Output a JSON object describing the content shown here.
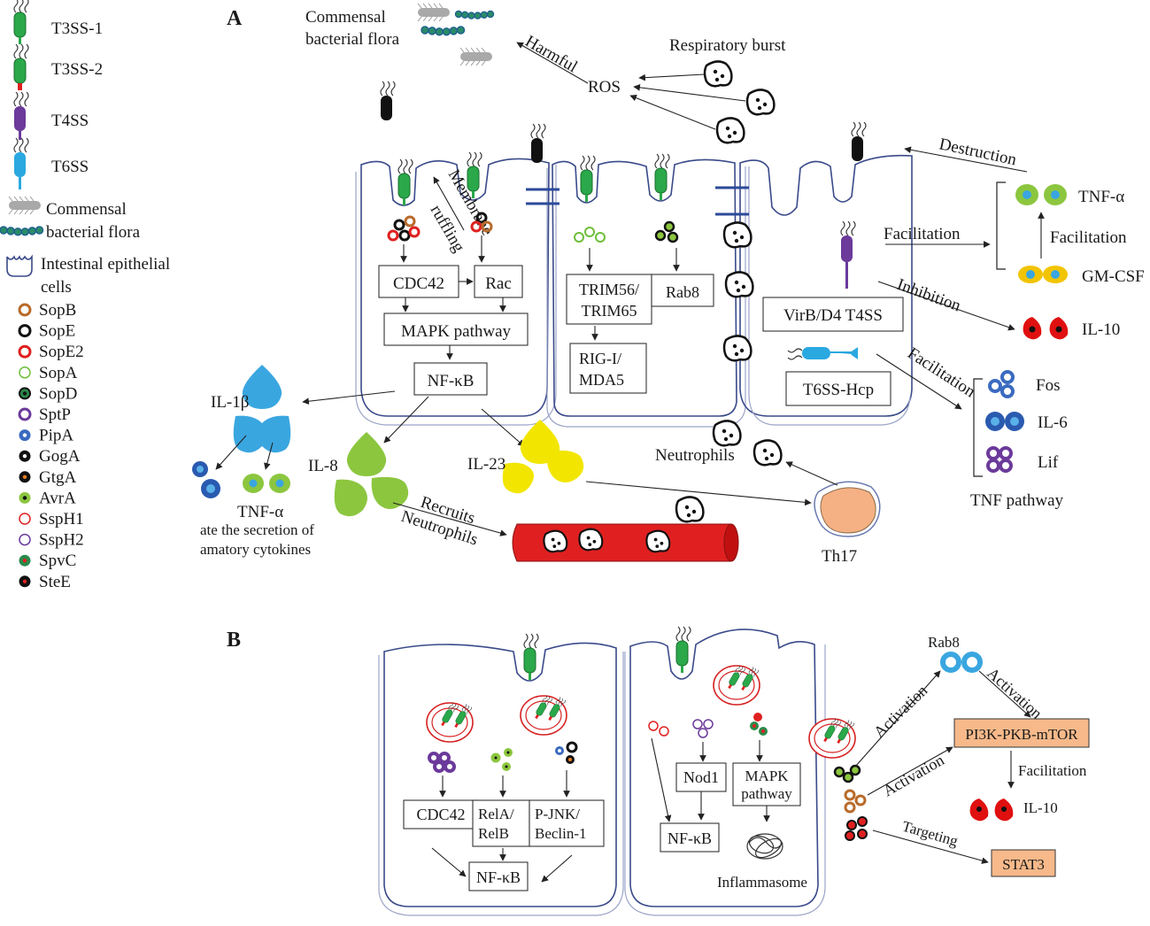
{
  "panels": {
    "a": "A",
    "b": "B"
  },
  "legend": {
    "secretion_systems": [
      "T3SS-1",
      "T3SS-2",
      "T4SS",
      "T6SS"
    ],
    "commensal": "Commensal",
    "bacterial_flora": "bacterial flora",
    "iec_line1": "Intestinal epithelial",
    "iec_line2": "cells",
    "effectors": [
      "SopB",
      "SopE",
      "SopE2",
      "SopA",
      "SopD",
      "SptP",
      "PipA",
      "GogA",
      "GtgA",
      "AvrA",
      "SspH1",
      "SspH2",
      "SpvC",
      "SteE"
    ]
  },
  "panel_a": {
    "commensal_1": "Commensal",
    "commensal_2": "bacterial flora",
    "respiratory_burst": "Respiratory burst",
    "ros": "ROS",
    "harmful": "Harmful",
    "membrane": "Membrane",
    "ruffling": "ruffling",
    "cdc42": "CDC42",
    "rac": "Rac",
    "mapk": "MAPK pathway",
    "nfkb": "NF-κB",
    "trim_1": "TRIM56/",
    "trim_2": "TRIM65",
    "rab8": "Rab8",
    "rig_1": "RIG-I/",
    "rig_2": "MDA5",
    "virb": "VirB/D4 T4SS",
    "t6ss_hcp": "T6SS-Hcp",
    "destruction": "Destruction",
    "facilitation": "Facilitation",
    "inhibition": "Inhibition",
    "tnfa": "TNF-α",
    "gmcsf": "GM-CSF",
    "il10": "IL-10",
    "fos": "Fos",
    "il6": "IL-6",
    "lif": "Lif",
    "tnf_pathway": "TNF pathway",
    "il1b": "IL-1β",
    "il8": "IL-8",
    "il23": "IL-23",
    "tnfa_small": "TNF-α",
    "secretion_1": "ate the secretion of",
    "secretion_2": "amatory  cytokines",
    "recruits": "Recruits",
    "neutrophils_arrow": "Neutrophils",
    "neutrophils": "Neutrophils",
    "th17": "Th17"
  },
  "panel_b": {
    "cdc42": "CDC42",
    "rela_1": "RelA/",
    "rela_2": "RelB",
    "pjnk_1": "P-JNK/",
    "pjnk_2": "Beclin-1",
    "nfkb_left": "NF-κB",
    "nod1": "Nod1",
    "mapk_1": "MAPK",
    "mapk_2": "pathway",
    "nfkb_right": "NF-κB",
    "inflammasome": "Inflammasome",
    "rab8": "Rab8",
    "activation": "Activation",
    "pi3k": "PI3K-PKB-mTOR",
    "facilitation": "Facilitation",
    "il10": "IL-10",
    "targeting": "Targeting",
    "stat3": "STAT3"
  },
  "colors": {
    "t3ss": "#2aa84a",
    "t4ss": "#6b3a9a",
    "t6ss": "#2aa8e0",
    "il1b": "#3aa6e0",
    "il8": "#8cc63f",
    "il23": "#f2e600",
    "vessel": "#e02020",
    "th17": "#f5b183",
    "box_orange": "#f7b98a"
  }
}
